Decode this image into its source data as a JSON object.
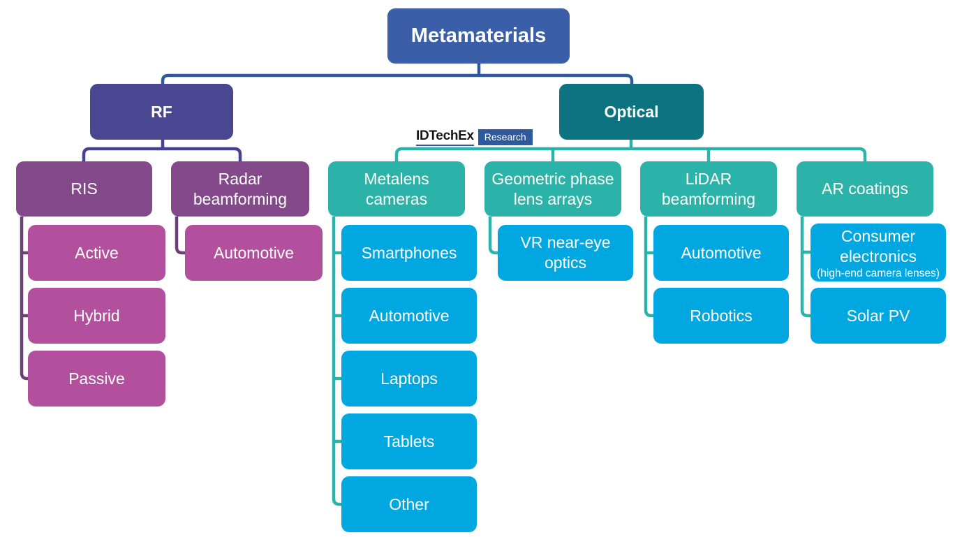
{
  "page": {
    "background": "#ffffff",
    "type": "market-taxonomy-diagram"
  },
  "logo": {
    "brand": "IDTechEx",
    "badge": "Research"
  },
  "palette": {
    "root_blue": "#3a5ea7",
    "rf_indigo": "#4a4692",
    "optical_teal_dark": "#0d7380",
    "level2_purple": "#84498a",
    "level3_magenta": "#b3509d",
    "level2_teal": "#2bb3aa",
    "level3_blue": "#00a7e1",
    "connector_blue": "#2d5a9c",
    "connector_indigo": "#474293",
    "connector_plum": "#6b4077",
    "connector_teal": "#2bb3aa"
  },
  "tree": {
    "root": {
      "label": "Metamaterials"
    },
    "rf": {
      "label": "RF",
      "ris": {
        "label": "RIS",
        "active": "Active",
        "hybrid": "Hybrid",
        "passive": "Passive"
      },
      "radar": {
        "label": "Radar beamforming",
        "automotive": "Automotive"
      }
    },
    "optical": {
      "label": "Optical",
      "metalens": {
        "label": "Metalens cameras",
        "smartphones": "Smartphones",
        "automotive": "Automotive",
        "laptops": "Laptops",
        "tablets": "Tablets",
        "other": "Other"
      },
      "geometric": {
        "label": "Geometric phase lens arrays",
        "vr": "VR near-eye optics"
      },
      "lidar": {
        "label": "LiDAR beamforming",
        "automotive": "Automotive",
        "robotics": "Robotics"
      },
      "ar": {
        "label": "AR coatings",
        "consumer": "Consumer electronics",
        "consumer_note": "(high-end camera lenses)",
        "solar": "Solar PV"
      }
    }
  }
}
